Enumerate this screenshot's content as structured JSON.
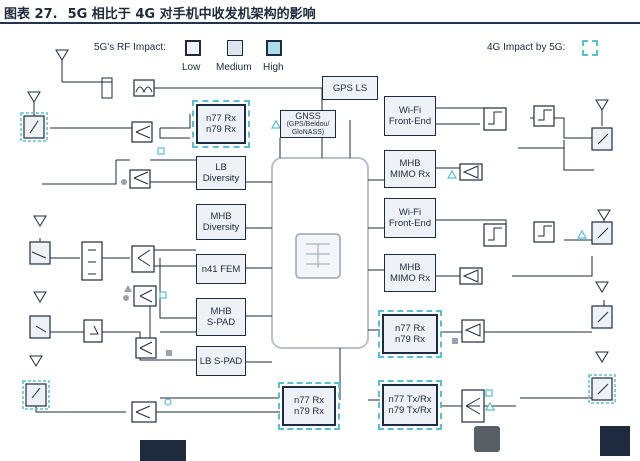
{
  "title": {
    "label": "图表 27.",
    "text": "5G 相比于 4G 对手机中收发机架构的影响"
  },
  "legend": {
    "rf_impact_label": "5G's RF Impact:",
    "levels": [
      {
        "name": "Low",
        "color": "#1e2b3e"
      },
      {
        "name": "Medium",
        "color": "#dfe4ec"
      },
      {
        "name": "High",
        "color": "#a9dde8"
      }
    ],
    "impact_4g_label": "4G Impact by 5G:"
  },
  "blocks": {
    "gps_ls": "GPS LS",
    "gnss": {
      "line1": "GNSS",
      "line2": "(GPS/Beidou/",
      "line3": "GloNASS)"
    },
    "n77_rx_top": {
      "line1": "n77 Rx",
      "line2": "n79 Rx"
    },
    "lb_diversity": {
      "line1": "LB",
      "line2": "Diversity"
    },
    "mhb_diversity": {
      "line1": "MHB",
      "line2": "Diversity"
    },
    "n41_fem": "n41 FEM",
    "mhb_spad": {
      "line1": "MHB",
      "line2": "S-PAD"
    },
    "lb_spad": "LB S-PAD",
    "n77_rx_bottom": {
      "line1": "n77 Rx",
      "line2": "n79 Rx"
    },
    "wifi_fe_1": {
      "line1": "Wi-Fi",
      "line2": "Front-End"
    },
    "mhb_mimo_1": {
      "line1": "MHB",
      "line2": "MIMO Rx"
    },
    "wifi_fe_2": {
      "line1": "Wi-Fi",
      "line2": "Front-End"
    },
    "mhb_mimo_2": {
      "line1": "MHB",
      "line2": "MIMO Rx"
    },
    "n77_rx_right": {
      "line1": "n77 Rx",
      "line2": "n79 Rx"
    },
    "n77_txrx_right": {
      "line1": "n77 Tx/Rx",
      "line2": "n79 Tx/Rx"
    }
  },
  "colors": {
    "line": "#1e2b3e",
    "accent": "#5bbfd2",
    "fill": "#eef1f6",
    "phone": "#b9c0cb",
    "title_rule": "#23344f"
  }
}
